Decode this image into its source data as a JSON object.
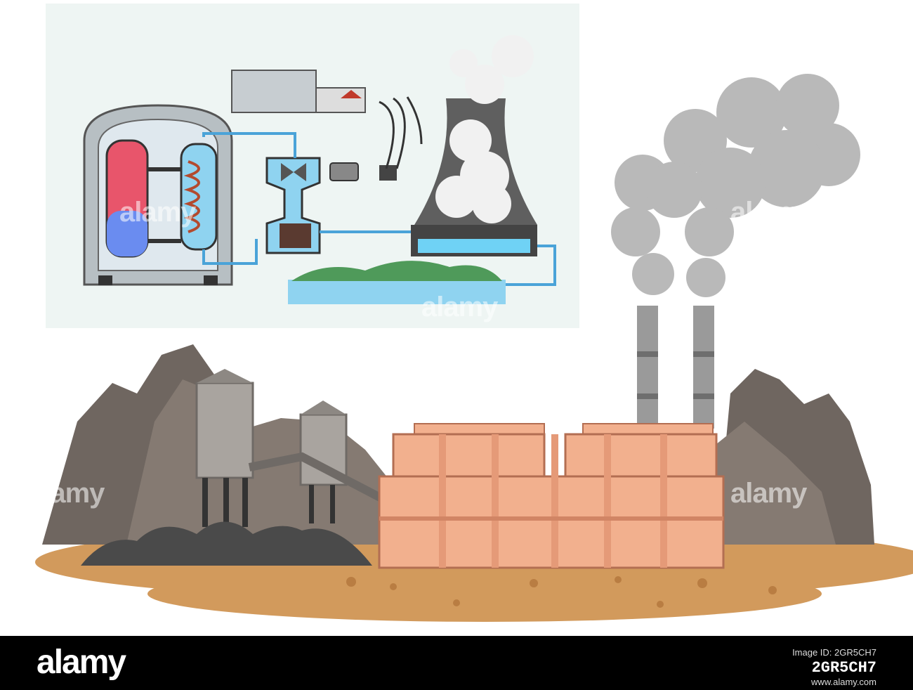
{
  "watermark": {
    "text": "alamy"
  },
  "footer": {
    "logo_text": "alamy",
    "image_id_label": "Image ID: 2GR5CH7",
    "stock_id": "2GR5CH7",
    "url": "www.alamy.com"
  },
  "colors": {
    "panel_bg": "#eef5f3",
    "mountain": "#7a6e66",
    "ground": "#d29a5c",
    "factory": "#f2b08e",
    "smoke": "#b9b9b9",
    "reactor_core": "#e8556b",
    "water": "#8fd3f0"
  },
  "icons": {
    "reactor": "reactor-vessel-icon",
    "turbine": "turbine-icon",
    "generator": "generator-icon",
    "cooling_tower": "cooling-tower-icon",
    "city": "city-icon",
    "powerline": "power-line-icon"
  }
}
